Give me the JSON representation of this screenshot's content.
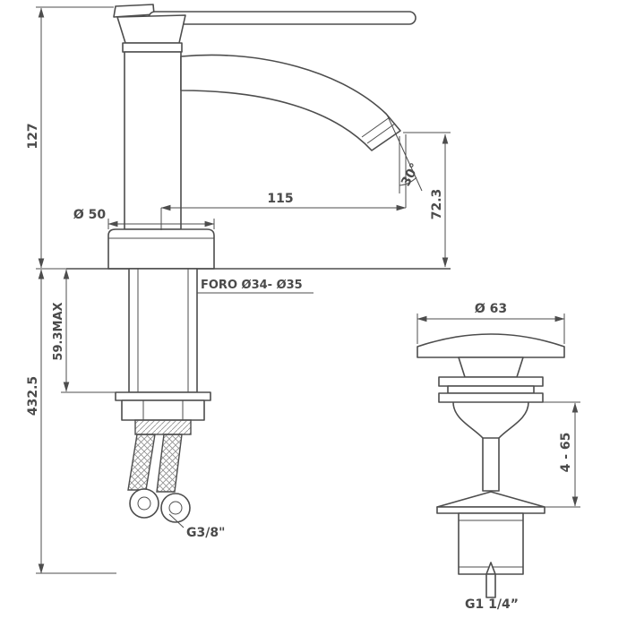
{
  "page": {
    "bg_color": "#ffffff",
    "line_color": "#4d4d4d"
  },
  "faucet": {
    "labels": {
      "height_above_deck": "127",
      "total_height": "432.5",
      "max_deck_thickness": "59.3MAX",
      "base_diameter": "Ø 50",
      "spout_reach": "115",
      "spout_angle": "30°",
      "outlet_height": "72.3",
      "mounting_hole": "FORO Ø34- Ø35",
      "supply_thread": "G3/8\""
    }
  },
  "drain": {
    "labels": {
      "cap_diameter": "Ø 63",
      "adjustment_range": "4 - 65",
      "thread": "G1 1/4”"
    }
  }
}
